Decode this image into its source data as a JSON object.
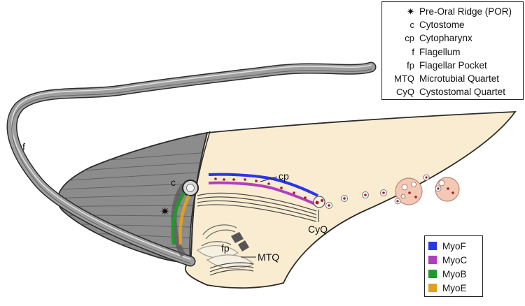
{
  "labels": {
    "flagellum": "f",
    "cytostome": "c",
    "cytopharynx": "cp",
    "flagellar_pocket": "fp",
    "microtubial_quartet": "MTQ",
    "cytostomal_quartet": "CyQ",
    "pre_oral_ridge_marker": "✷"
  },
  "abbreviation_legend": [
    {
      "key": "✷",
      "label": "Pre-Oral Ridge (POR)",
      "icon": "asterisk-icon"
    },
    {
      "key": "c",
      "label": "Cytostome"
    },
    {
      "key": "cp",
      "label": "Cytopharynx"
    },
    {
      "key": "f",
      "label": "Flagellum"
    },
    {
      "key": "fp",
      "label": "Flagellar Pocket"
    },
    {
      "key": "MTQ",
      "label": "Microtubial Quartet"
    },
    {
      "key": "CyQ",
      "label": "Cystostomal Quartet"
    }
  ],
  "myosin_legend": [
    {
      "label": "MyoF",
      "color": "#2a35e8"
    },
    {
      "label": "MyoC",
      "color": "#b03fc0"
    },
    {
      "label": "MyoB",
      "color": "#1f9a2c"
    },
    {
      "label": "MyoE",
      "color": "#e0a01c"
    }
  ],
  "colors": {
    "cell_body": "#f9ecd0",
    "anterior_region": "#8c8c8c",
    "flagellum": "#9e9e9e",
    "vesicle": "#f3c9b5",
    "cargo": "#9c1c22"
  }
}
